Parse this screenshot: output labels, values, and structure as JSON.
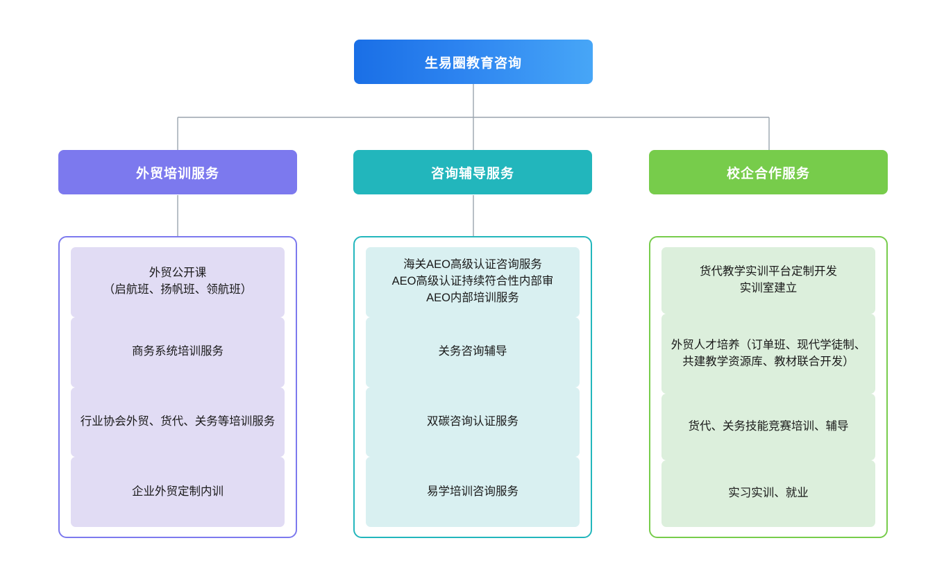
{
  "diagram": {
    "title": "生易圈教育咨询",
    "root": {
      "label": "生易圈教育咨询",
      "color": "#1a6fe6",
      "color_end": "#47a6f7"
    },
    "connector_color": "#9aa4ad",
    "columns": [
      {
        "header": "外贸培训服务",
        "header_color": "#7c79ee",
        "border_color": "#7c79ee",
        "card_color": "#e1dcf4",
        "items": [
          "外贸公开课\n（启航班、扬帆班、领航班）",
          "商务系统培训服务",
          "行业协会外贸、货代、关务等培训服务",
          "企业外贸定制内训"
        ],
        "item_flex": [
          1,
          1,
          1,
          1
        ]
      },
      {
        "header": "咨询辅导服务",
        "header_color": "#22b6bc",
        "border_color": "#22b6bc",
        "card_color": "#d9f0f1",
        "items": [
          "海关AEO高级认证咨询服务\nAEO高级认证持续符合性内部审\nAEO内部培训服务",
          "关务咨询辅导",
          "双碳咨询认证服务",
          "易学培训咨询服务"
        ],
        "item_flex": [
          1,
          1,
          1,
          1
        ]
      },
      {
        "header": "校企合作服务",
        "header_color": "#77cc4b",
        "border_color": "#77cc4b",
        "card_color": "#dcefdc",
        "items": [
          "货代教学实训平台定制开发\n实训室建立",
          "外贸人才培养（订单班、现代学徒制、共建教学资源库、教材联合开发）",
          "货代、关务技能竞赛培训、辅导",
          "实习实训、就业"
        ],
        "item_flex": [
          1,
          1.25,
          1,
          1
        ]
      }
    ]
  }
}
